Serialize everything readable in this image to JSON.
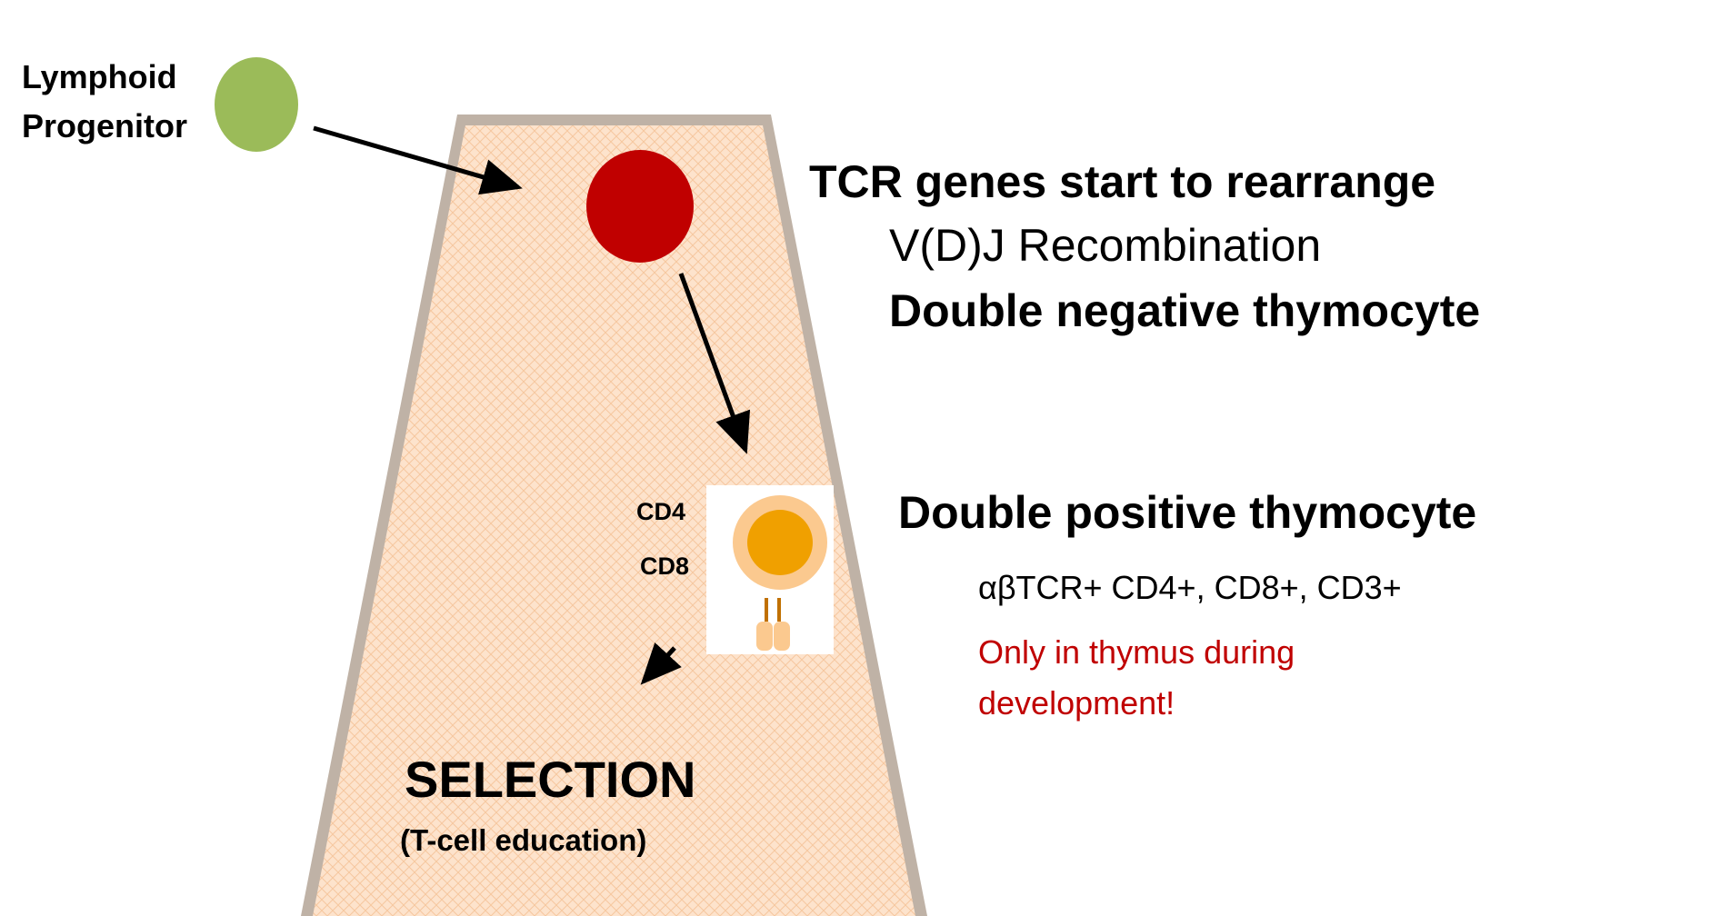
{
  "progenitor": {
    "line1": "Lymphoid",
    "line2": "Progenitor",
    "color": "#9bbb59"
  },
  "dn_cell": {
    "color": "#c00000"
  },
  "dp_cell": {
    "cd4": "CD4",
    "cd8": "CD8",
    "outer_color": "#fbc98f",
    "nucleus_color": "#f0a000",
    "receptor_color": "#c07000"
  },
  "thymus": {
    "fill": "#fde3cc",
    "border": "#b8aca0"
  },
  "text": {
    "tcr_title": "TCR genes start to rearrange",
    "vdj": "V(D)J Recombination",
    "double_negative": "Double negative thymocyte",
    "double_positive": "Double positive thymocyte",
    "markers": "αβTCR+ CD4+, CD8+, CD3+",
    "note_line1": "Only in thymus during",
    "note_line2": "development!",
    "note_color": "#c00000",
    "selection": "SELECTION",
    "education": "(T-cell education)"
  }
}
